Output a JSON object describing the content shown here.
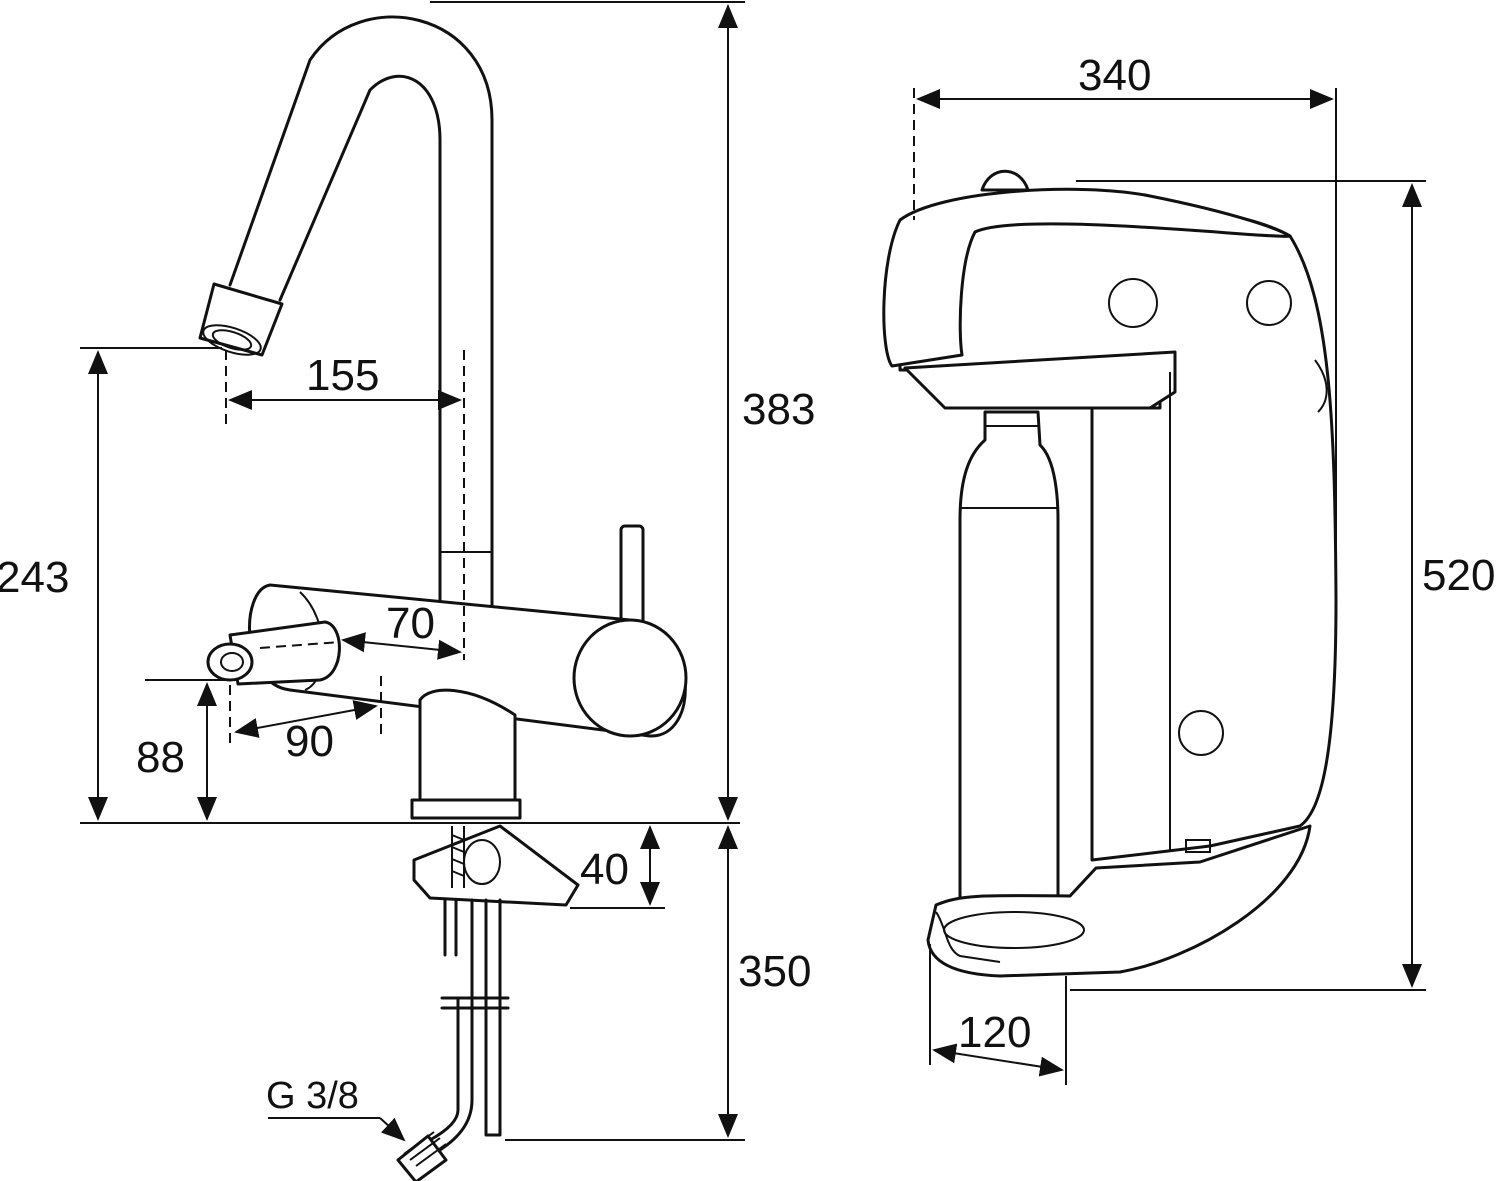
{
  "faucet_view": {
    "dimensions": {
      "total_height": "383",
      "spout_height": "243",
      "spout_reach": "155",
      "side_outlet_height": "88",
      "side_outlet_offset": "90",
      "handle_offset": "70",
      "plate_thickness": "40",
      "hose_length": "350"
    },
    "connection_label": "G 3/8"
  },
  "carbonator_view": {
    "dimensions": {
      "width": "340",
      "height": "520",
      "base_depth": "120"
    }
  },
  "colors": {
    "line": "#111111",
    "background": "#ffffff"
  }
}
